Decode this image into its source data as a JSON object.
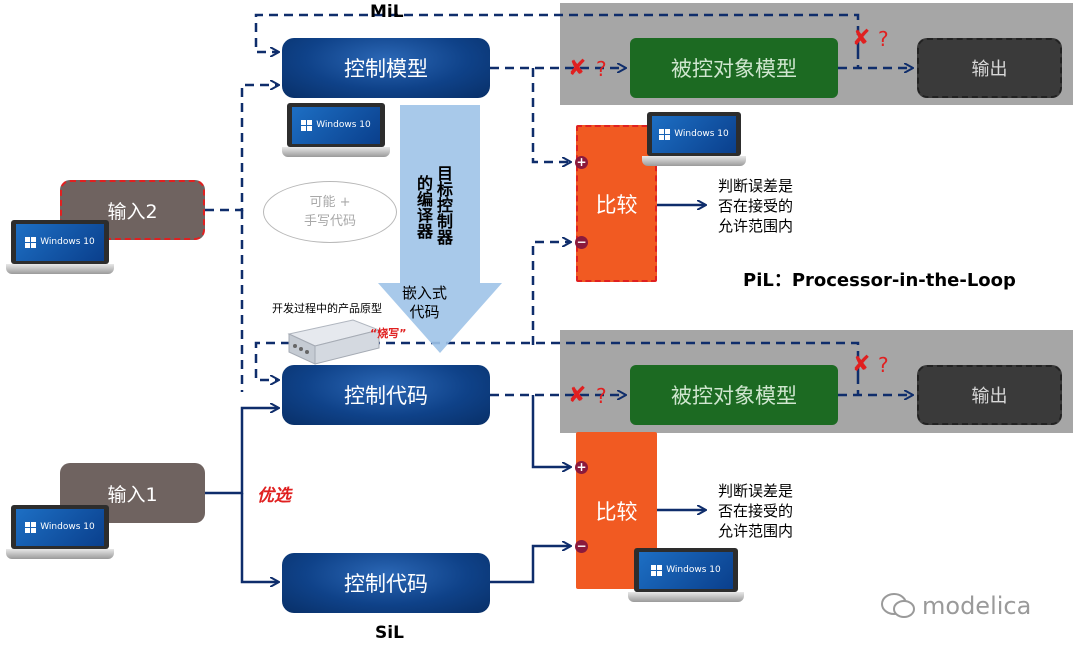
{
  "labels": {
    "mil": "MiL",
    "sil": "SiL",
    "pil": "PiL：Processor-in-the-Loop",
    "control_model": "控制模型",
    "control_code_top": "控制代码",
    "control_code_bottom": "控制代码",
    "plant_model_top": "被控对象模型",
    "plant_model_bottom": "被控对象模型",
    "output_top": "输出",
    "output_bottom": "输出",
    "input2": "输入2",
    "input1": "输入1",
    "compare_top": "比较",
    "compare_bottom": "比较",
    "judge_top": [
      "判断误差是",
      "否在接受的",
      "允许范围内"
    ],
    "judge_bottom": [
      "判断误差是",
      "否在接受的",
      "允许范围内"
    ],
    "maybe_handwritten": [
      "可能 +",
      "手写代码"
    ],
    "compiler_col1": "目标控制器",
    "compiler_col2": "的编译器",
    "embedded_code": [
      "嵌入式",
      "代码"
    ],
    "prototype": "开发过程中的产品原型",
    "flash": "“烧写”",
    "preferred": "优选",
    "x_mark": "✘",
    "question_mark": "?",
    "plus": "+",
    "minus": "−",
    "laptop_os": "Windows 10",
    "watermark": "modelica"
  },
  "colors": {
    "dashed_line": "#0f2d6b",
    "red_mark": "#e02020",
    "arrow_fill": "#9fc3e8"
  }
}
